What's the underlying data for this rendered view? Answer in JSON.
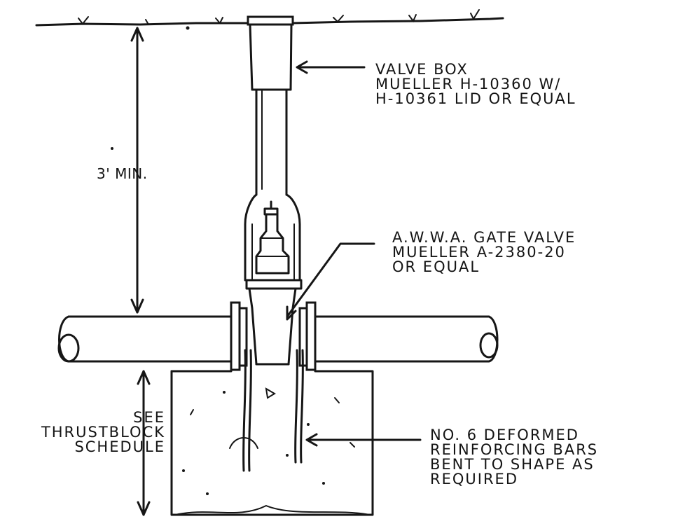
{
  "labels": {
    "valve_box": [
      "VALVE BOX",
      "MUELLER H-10360 W/",
      "H-10361 LID OR EQUAL"
    ],
    "depth": "3' MIN.",
    "gate_valve": [
      "A.W.W.A. GATE VALVE",
      "MUELLER A-2380-20",
      "OR EQUAL"
    ],
    "thrustblock": [
      "SEE",
      "THRUSTBLOCK",
      "SCHEDULE"
    ],
    "reinforcing": [
      "NO. 6 DEFORMED",
      "REINFORCING BARS",
      "BENT TO SHAPE AS",
      "REQUIRED"
    ]
  }
}
